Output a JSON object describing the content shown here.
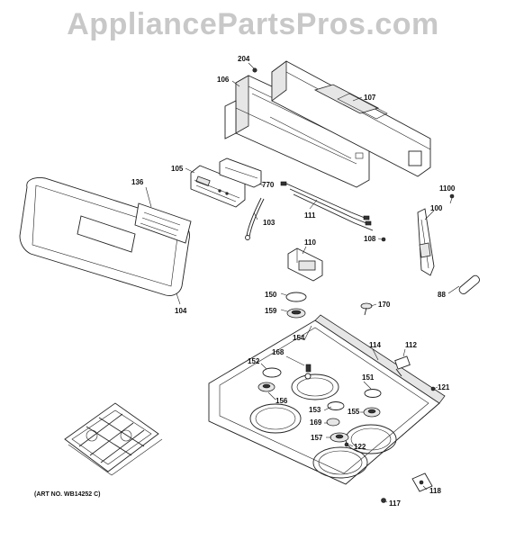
{
  "watermark": "AppliancePartsPros.com",
  "art_no": "(ART NO. WB14252 C)",
  "callouts": {
    "c204": "204",
    "c106": "106",
    "c107": "107",
    "c105": "105",
    "c770": "770",
    "c1100": "1100",
    "c136": "136",
    "c111": "111",
    "c100": "100",
    "c103": "103",
    "c108": "108",
    "c110": "110",
    "c88": "88",
    "c104": "104",
    "c150": "150",
    "c170": "170",
    "c159": "159",
    "c154": "154",
    "c114": "114",
    "c112": "112",
    "c168": "168",
    "c152": "152",
    "c151": "151",
    "c121": "121",
    "c156": "156",
    "c153": "153",
    "c155": "155",
    "c169": "169",
    "c157": "157",
    "c122": "122",
    "c118": "118",
    "c117": "117"
  }
}
